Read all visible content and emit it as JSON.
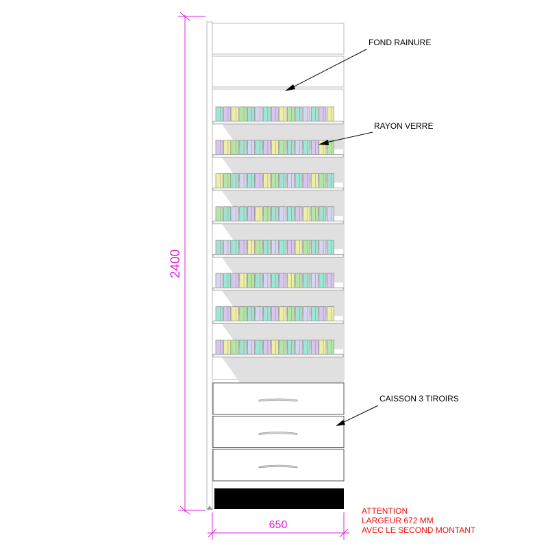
{
  "dimensions": {
    "height": "2400",
    "width": "650"
  },
  "labels": {
    "fond_rainure": "FOND RAINURE",
    "rayon_verre": "RAYON VERRE",
    "caisson": "CAISSON 3 TIROIRS"
  },
  "warning": {
    "line1": "ATTENTION",
    "line2": "LARGEUR 672 MM",
    "line3": "AVEC LE SECOND MONTANT"
  },
  "colors": {
    "dimension": "#e020e0",
    "warning": "#ee1111",
    "plinth": "#000000",
    "shadow": "#e0e0e0",
    "product_palette": [
      "#9ee6d6",
      "#d8c6ec",
      "#eeeea6",
      "#b6e6a6",
      "#a6e0d0",
      "#d6d6ee"
    ]
  },
  "shelf_count": 8,
  "products_per_shelf": 15,
  "drawer_count": 3
}
